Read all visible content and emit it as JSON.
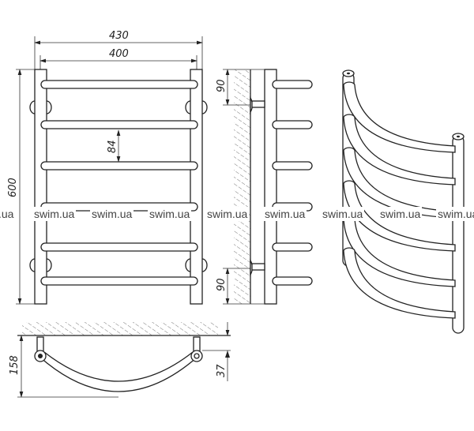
{
  "drawing": {
    "front_view": {
      "width_outer": "430",
      "width_inner": "400",
      "height": "600",
      "rung_spacing": "84",
      "rung_count": 6
    },
    "side_view": {
      "top_bracket_offset": "90",
      "bottom_bracket_offset": "90"
    },
    "top_view": {
      "depth": "158",
      "bracket_depth": "37"
    }
  },
  "watermark": {
    "text": "swim.ua",
    "partial_text": ".ua"
  },
  "colors": {
    "line": "#222222",
    "background": "#ffffff"
  }
}
